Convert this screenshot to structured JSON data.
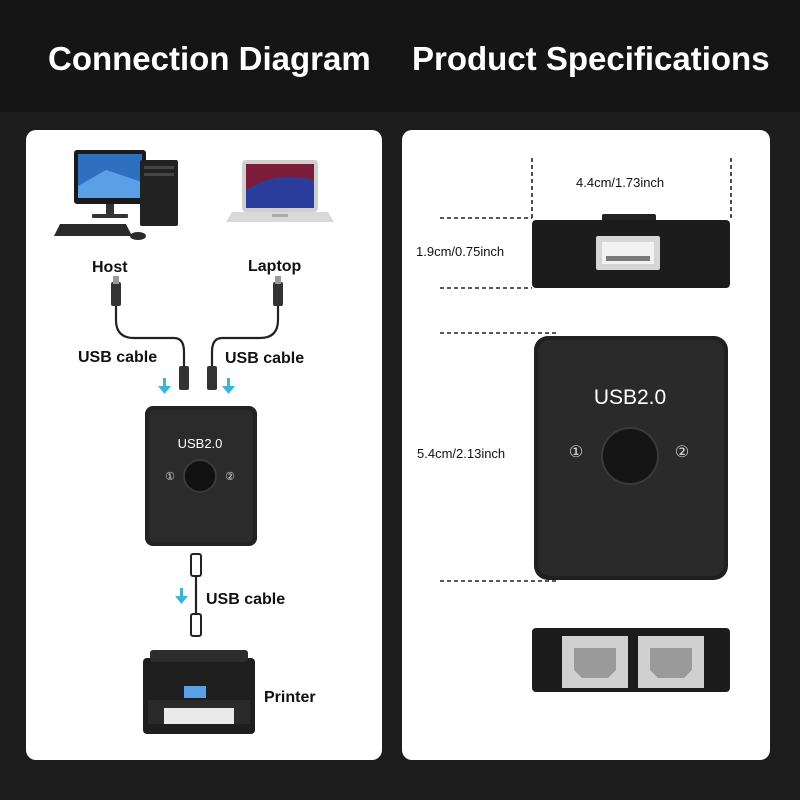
{
  "header": {
    "left_title": "Connection Diagram",
    "right_title": "Product Specifications"
  },
  "connection": {
    "host_label": "Host",
    "laptop_label": "Laptop",
    "cable_left_label": "USB cable",
    "cable_right_label": "USB cable",
    "cable_bottom_label": "USB cable",
    "printer_label": "Printer",
    "switch_text": "USB2.0",
    "port_1": "①",
    "port_2": "②"
  },
  "specs": {
    "width_label": "4.4cm/1.73inch",
    "height_label": "1.9cm/0.75inch",
    "length_label": "5.4cm/2.13inch",
    "switch_text": "USB2.0",
    "port_1": "①",
    "port_2": "②"
  },
  "colors": {
    "background": "#1d1d1d",
    "panel": "#ffffff",
    "arrow": "#3ab4d9",
    "device": "#222222"
  }
}
